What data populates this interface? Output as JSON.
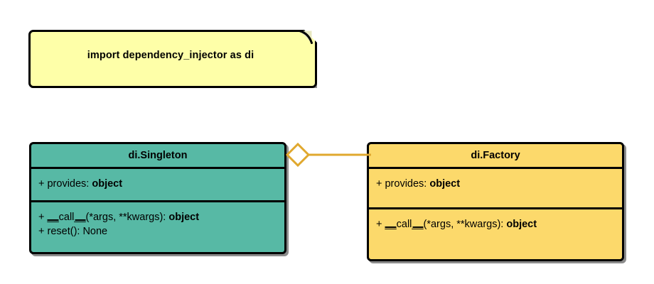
{
  "diagram": {
    "type": "uml-class-diagram",
    "background": "#ffffff",
    "note": {
      "text": "import dependency_injector as di",
      "fill": "#feffa8",
      "border": "#000000"
    },
    "relationship": {
      "kind": "aggregation",
      "source": "di.Singleton",
      "target": "di.Factory",
      "color": "#e0a82e",
      "diamond": "hollow"
    },
    "classes": [
      {
        "name": "di.Singleton",
        "fill": "#57b9a5",
        "border": "#000000",
        "attributes": [
          {
            "visibility": "+",
            "name": " provides: ",
            "type": "object"
          }
        ],
        "methods": [
          {
            "visibility": "+",
            "name": "__call__",
            "signature": "(*args, **kwargs): ",
            "type": "object"
          },
          {
            "visibility": "+",
            "name": "reset(): None",
            "signature": "",
            "type": ""
          }
        ]
      },
      {
        "name": "di.Factory",
        "fill": "#fcd96b",
        "border": "#000000",
        "attributes": [
          {
            "visibility": "+",
            "name": " provides: ",
            "type": "object"
          }
        ],
        "methods": [
          {
            "visibility": "+",
            "name": "__call__",
            "signature": "(*args, **kwargs): ",
            "type": "object"
          }
        ]
      }
    ]
  }
}
